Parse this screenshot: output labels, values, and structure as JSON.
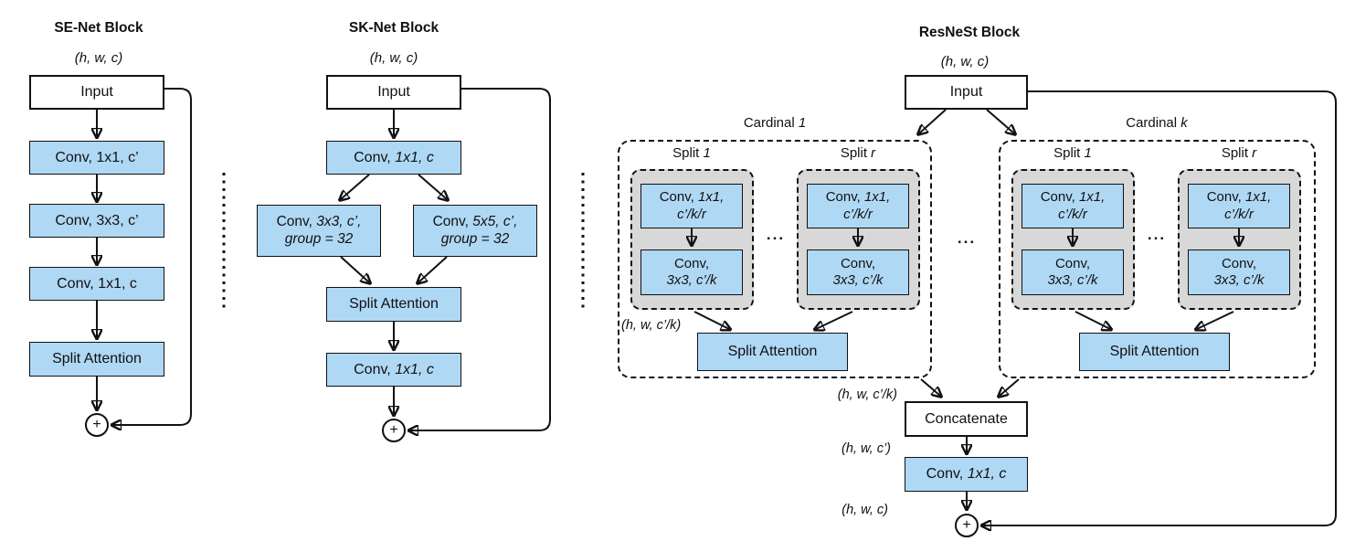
{
  "colors": {
    "box_blue": "#AFD8F5",
    "box_gray": "#D8D8D8",
    "ink": "#111111",
    "bg": "#FFFFFF"
  },
  "se": {
    "title": "SE-Net Block",
    "input_shape": "(h, w, c)",
    "input": "Input",
    "conv1": "Conv, 1x1, c’",
    "conv2": "Conv, 3x3, c’",
    "conv3": "Conv, 1x1, c",
    "attention": "Split Attention",
    "plus": "+"
  },
  "sk": {
    "title": "SK-Net Block",
    "input_shape": "(h, w, c)",
    "input": "Input",
    "conv1": {
      "pre": "Conv, ",
      "it": "1x1, c"
    },
    "branch3x3": {
      "pre": "Conv, ",
      "it": "3x3, c’,",
      "line2": "group = 32"
    },
    "branch5x5": {
      "pre": "Conv, ",
      "it": "5x5, c’,",
      "line2": "group = 32"
    },
    "attention": "Split Attention",
    "conv2": {
      "pre": "Conv, ",
      "it": "1x1, c"
    },
    "plus": "+"
  },
  "resnest": {
    "title": "ResNeSt Block",
    "input_shape": "(h, w, c)",
    "input": "Input",
    "cardinal1": {
      "pre": "Cardinal ",
      "it": "1"
    },
    "cardinalk": {
      "pre": "Cardinal ",
      "it": "k"
    },
    "split1": {
      "pre": "Split ",
      "it": "1"
    },
    "splitr": {
      "pre": "Split ",
      "it": "r"
    },
    "cell_conv1": {
      "pre": "Conv, ",
      "it": "1x1,",
      "line2": "c’/k/r"
    },
    "cell_conv2": {
      "pre": "Conv,",
      "line2": "3x3, c’/k"
    },
    "split_shape": "(h, w, c’/k)",
    "attention": "Split Attention",
    "dots": "...",
    "concat_shape": "(h, w, c’/k)",
    "concatenate": "Concatenate",
    "conv_shape": "(h, w, c’)",
    "conv_final": {
      "pre": "Conv, ",
      "it": "1x1, c"
    },
    "out_shape": "(h, w, c)",
    "plus": "+"
  }
}
